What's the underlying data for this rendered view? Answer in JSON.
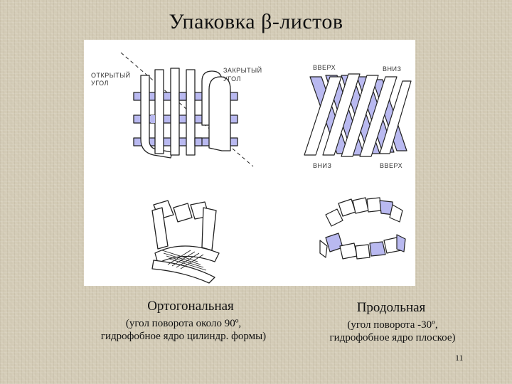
{
  "slide": {
    "title": "Упаковка β-листов",
    "page_number": "11"
  },
  "figure": {
    "labels": {
      "open_corner": [
        "ОТКРЫТЫЙ",
        "УГОЛ"
      ],
      "closed_corner": [
        "ЗАКРЫТЫЙ",
        "УГОЛ"
      ],
      "up_top": "ВВЕРХ",
      "down_top": "ВНИЗ",
      "down_bottom": "ВНИЗ",
      "up_bottom": "ВВЕРХ"
    },
    "colors": {
      "strand_fill": "#b9b9f0",
      "strand_stroke": "#222222",
      "panel": "#ffffff"
    }
  },
  "captions": {
    "orthogonal": {
      "title": "Ортогональная",
      "line1": "(угол поворота около 90º,",
      "line2": "гидрофобное ядро цилиндр. формы)"
    },
    "longitudinal": {
      "title": "Продольная",
      "line1": "(угол поворота -30º,",
      "line2": "гидрофобное ядро плоское)"
    }
  }
}
